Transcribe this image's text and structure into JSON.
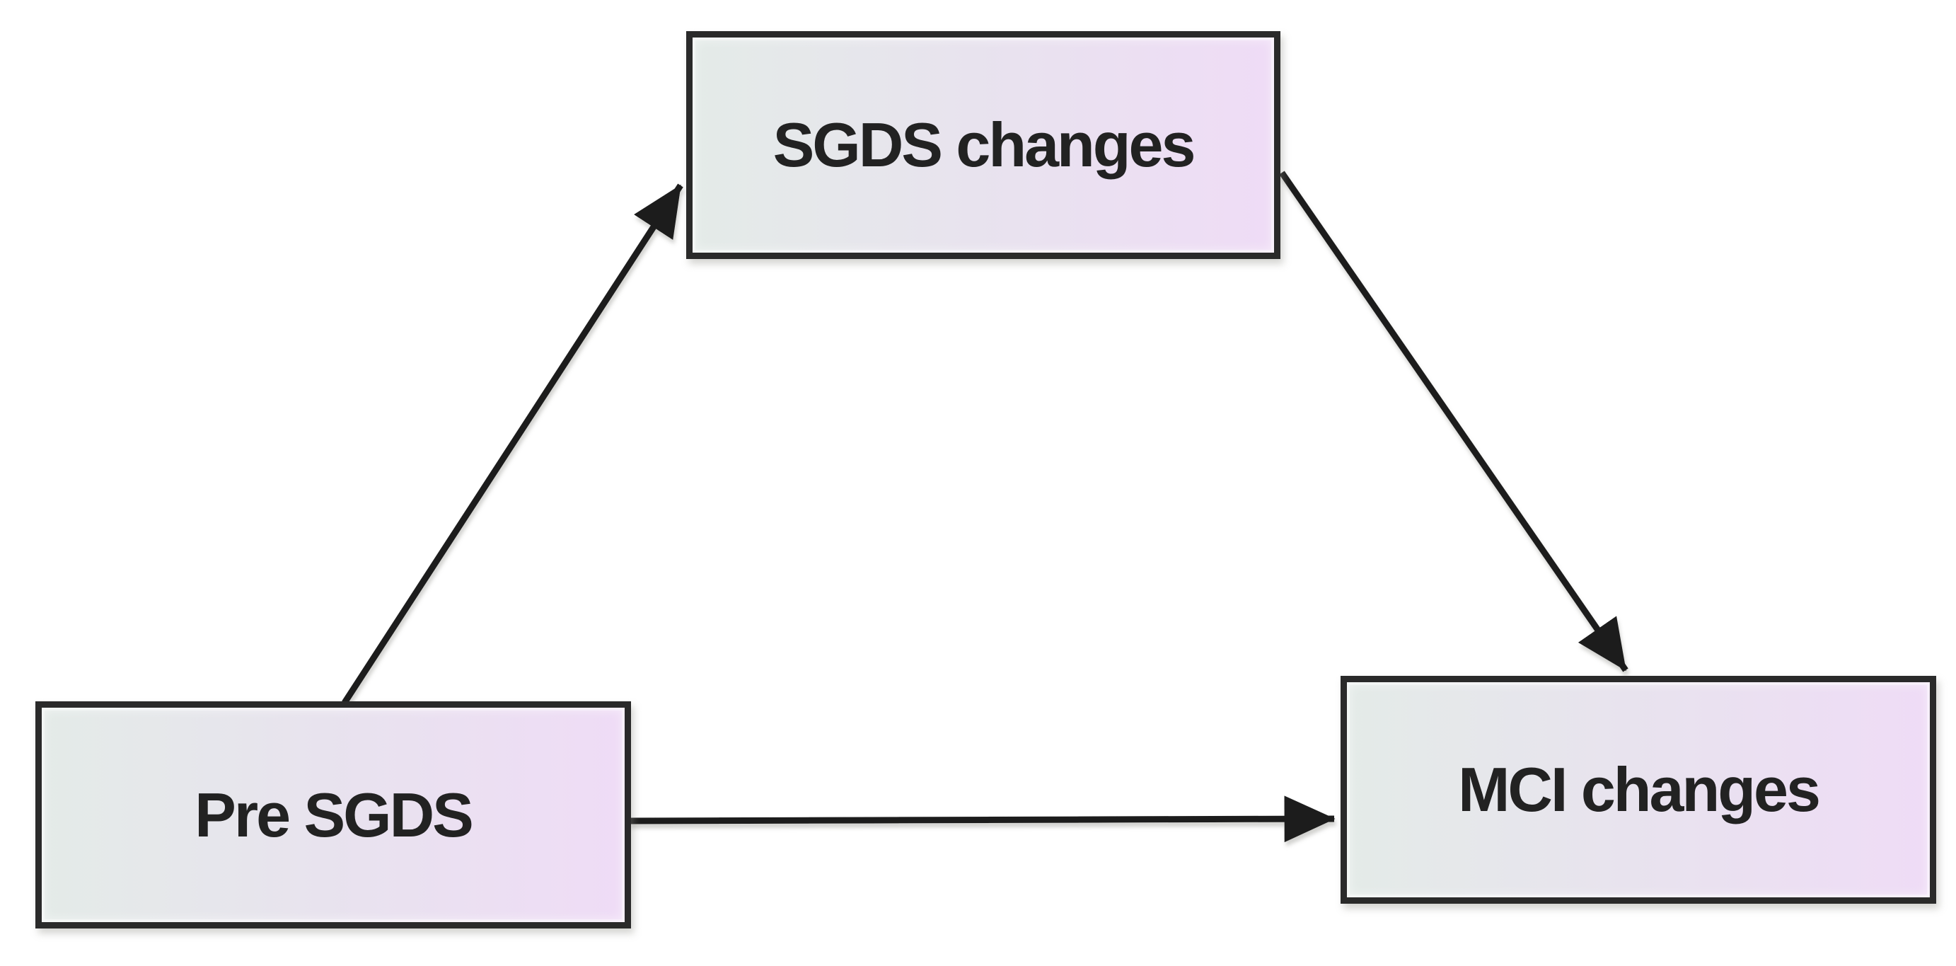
{
  "diagram": {
    "type": "path-diagram",
    "background_color": "#ffffff",
    "nodes": [
      {
        "id": "sgds-changes",
        "label": "SGDS changes",
        "position": "top-center"
      },
      {
        "id": "pre-sgds",
        "label": "Pre SGDS",
        "position": "bottom-left"
      },
      {
        "id": "mci-changes",
        "label": "MCI changes",
        "position": "bottom-right"
      }
    ],
    "edges": [
      {
        "from": "Pre SGDS",
        "to": "SGDS changes",
        "style": "solid-arrow"
      },
      {
        "from": "SGDS changes",
        "to": "MCI changes",
        "style": "solid-arrow"
      },
      {
        "from": "Pre SGDS",
        "to": "MCI changes",
        "style": "solid-arrow"
      }
    ],
    "colors": {
      "box_border": "#2a2a2a",
      "box_fill_gradient_left": "#e4ebe8",
      "box_fill_gradient_mid": "#e8e3ee",
      "box_fill_gradient_right": "#efdcf6",
      "arrow": "#1c1c1c",
      "label_text": "#222222"
    }
  }
}
